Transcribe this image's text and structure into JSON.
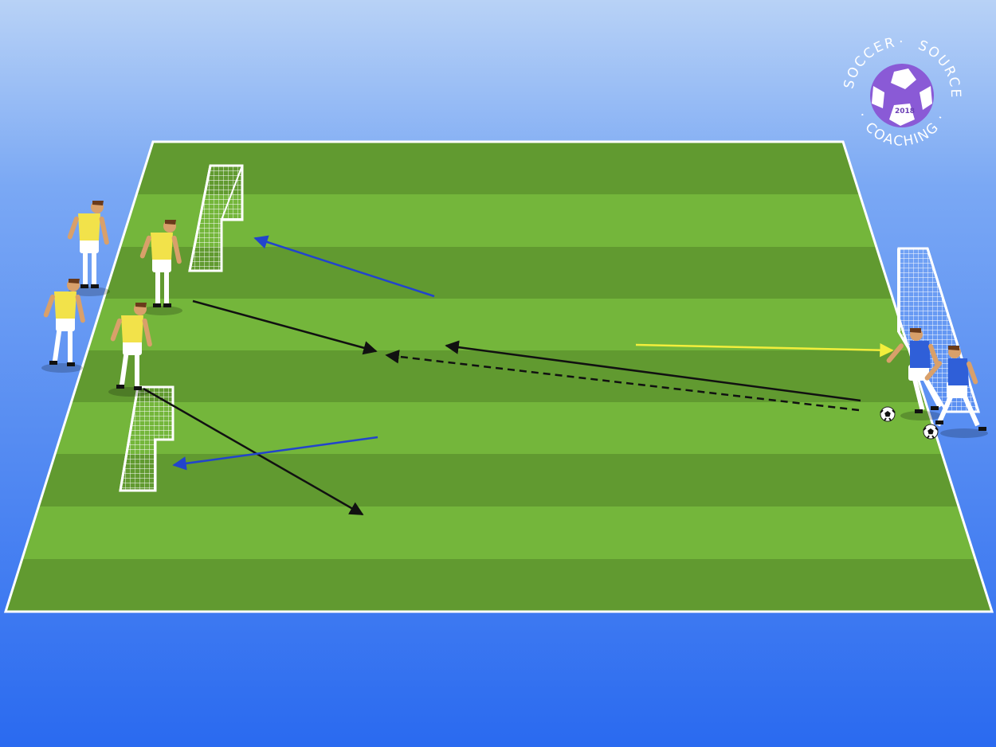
{
  "scene": {
    "background_top": "#b8d2f6",
    "background_bottom": "#2a6af0",
    "pitch_stripe_light": "#74b63b",
    "pitch_stripe_dark": "#619a30",
    "pitch_line": "#ffffff"
  },
  "logo": {
    "top_left_text": "SOCCER",
    "top_right_text": "SOURCE",
    "bottom_text": "COACHING",
    "separator": "·",
    "year": "2018",
    "ball_color": "#8a5ad6"
  },
  "teams": {
    "attackers_shirt": "#f2e24a",
    "defenders_shirt": "#2f5fd8"
  },
  "arrows": {
    "player_run_color": "#111111",
    "blue_run_color": "#2244cc",
    "yellow_run_color": "#f2ee3c"
  },
  "icons": {
    "goal": "mini-goal",
    "ball": "soccer-ball",
    "player": "player-figure"
  }
}
